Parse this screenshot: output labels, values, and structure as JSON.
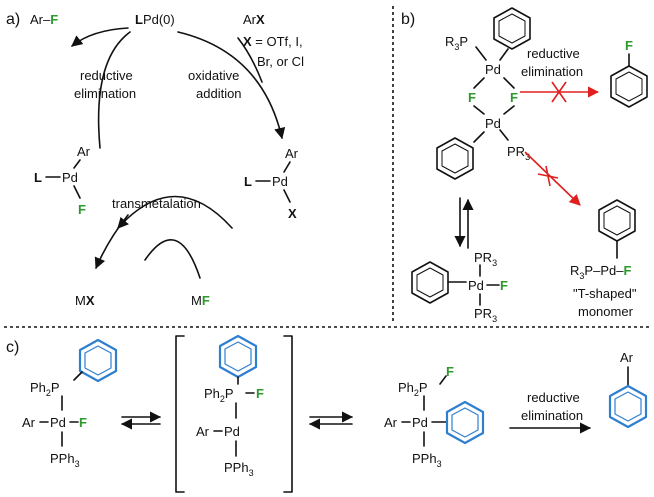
{
  "panels": {
    "a": {
      "label": "a)",
      "product": {
        "ar": "Ar",
        "dash": "–",
        "f": "F"
      },
      "lpd0": {
        "l": "L",
        "rest": "Pd(0)"
      },
      "substrate": {
        "ar": "Ar",
        "x": "X"
      },
      "x_definition": {
        "x": "X",
        "eq": " = OTf, I,",
        "line2": "Br, or Cl"
      },
      "step_reductive": [
        "reductive",
        "elimination"
      ],
      "step_oxidative": [
        "oxidative",
        "addition"
      ],
      "step_transmetalation": "transmetalation",
      "left_complex": {
        "ar": "Ar",
        "l": "L",
        "pd": "Pd",
        "f": "F"
      },
      "right_complex": {
        "ar": "Ar",
        "l": "L",
        "pd": "Pd",
        "x": "X"
      },
      "byproduct": {
        "m": "M",
        "x": "X"
      },
      "fluoride_source": {
        "m": "M",
        "f": "F"
      }
    },
    "b": {
      "label": "b)",
      "dimer": {
        "r3p": "R",
        "r3p_sub": "3",
        "r3p_tail": "P",
        "pd_top": "Pd",
        "pd_bottom": "Pd",
        "f1": "F",
        "f2": "F",
        "pr3": "PR",
        "pr3_sub": "3"
      },
      "step_reductive": [
        "reductive",
        "elimination"
      ],
      "product_f": "F",
      "monomer_square": {
        "pd": "Pd",
        "f": "F",
        "pr3_top": "PR",
        "pr3_bottom": "PR",
        "sub": "3"
      },
      "t_shaped": {
        "r": "R",
        "sub": "3",
        "p": "P",
        "pd": "Pd",
        "f": "F"
      },
      "t_caption": [
        "\"T-shaped\"",
        "monomer"
      ]
    },
    "c": {
      "label": "c)",
      "complex1": {
        "ph2p": "Ph",
        "sub2": "2",
        "p": "P",
        "ar": "Ar",
        "pd": "Pd",
        "f": "F",
        "pph3": "PPh",
        "sub3": "3"
      },
      "intermediate": {
        "ph2p": "Ph",
        "sub2": "2",
        "p": "P",
        "f": "F",
        "ar": "Ar",
        "pd": "Pd",
        "pph3": "PPh",
        "sub3": "3"
      },
      "complex3": {
        "ph2p": "Ph",
        "sub2": "2",
        "p": "P",
        "f": "F",
        "ar": "Ar",
        "pd": "Pd",
        "pph3": "PPh",
        "sub3": "3"
      },
      "step_reductive": [
        "reductive",
        "elimination"
      ],
      "product_ar": "Ar"
    }
  },
  "colors": {
    "black": "#111111",
    "fluorine_green": "#2e9a2e",
    "blocked_red": "#e0201f",
    "migrating_aryl_blue": "#2f7fd0"
  }
}
